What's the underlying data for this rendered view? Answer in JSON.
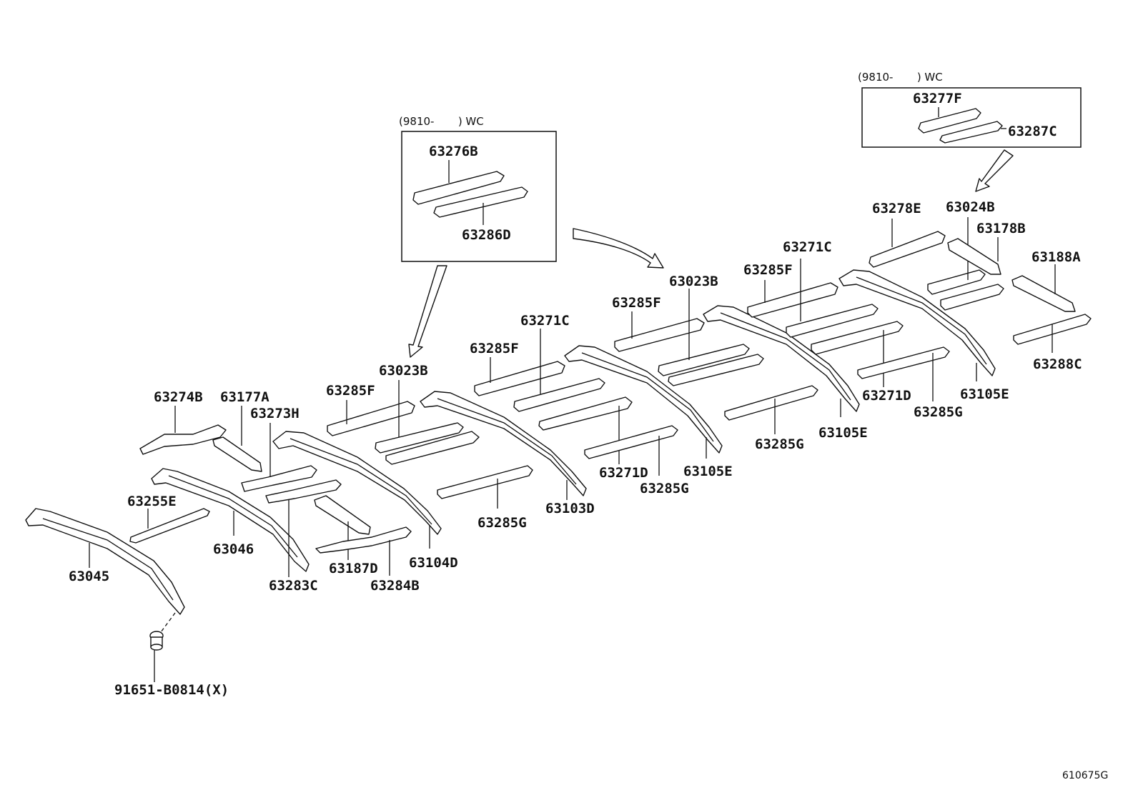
{
  "inset_left": {
    "note": "(9810-       ) WC",
    "part_top": "63276B",
    "part_bottom": "63286D"
  },
  "inset_right": {
    "note": "(9810-       ) WC",
    "part_top": "63277F",
    "part_bottom": "63287C"
  },
  "labels": {
    "p63274B": "63274B",
    "p63177A": "63177A",
    "p63273H": "63273H",
    "p63255E": "63255E",
    "p63046": "63046",
    "p63045": "63045",
    "p63283C": "63283C",
    "p63187D": "63187D",
    "p63284B": "63284B",
    "p63104D": "63104D",
    "p63285F_1": "63285F",
    "p63023B_1": "63023B",
    "p63285F_2": "63285F",
    "p63271C_1": "63271C",
    "p63285G_1": "63285G",
    "p63103D": "63103D",
    "p63285F_3": "63285F",
    "p63271D_1": "63271D",
    "p63285G_2": "63285G",
    "p63105E_1": "63105E",
    "p63023B_2": "63023B",
    "p63285F_4": "63285F",
    "p63271C_2": "63271C",
    "p63285G_3": "63285G",
    "p63105E_2": "63105E",
    "p63278E": "63278E",
    "p63024B": "63024B",
    "p63178B": "63178B",
    "p63188A": "63188A",
    "p63271D_2": "63271D",
    "p63285G_4": "63285G",
    "p63105E_3": "63105E",
    "p63288C": "63288C",
    "p91651": "91651-B0814(X)"
  },
  "figure_code": "610675G"
}
